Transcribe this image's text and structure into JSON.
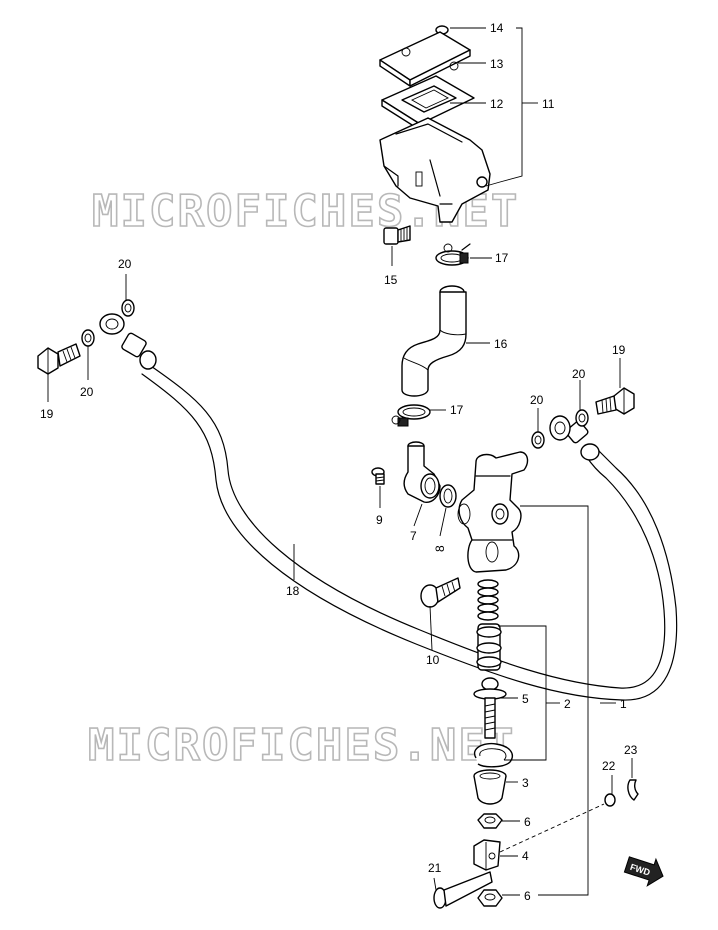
{
  "watermark": {
    "text": "MICROFICHES.NET"
  },
  "callouts": {
    "p1": "1",
    "p2": "2",
    "p3": "3",
    "p4": "4",
    "p5": "5",
    "p6a": "6",
    "p6b": "6",
    "p7": "7",
    "p8": "8",
    "p9": "9",
    "p10": "10",
    "p11": "11",
    "p12": "12",
    "p13": "13",
    "p14": "14",
    "p15": "15",
    "p16": "16",
    "p17a": "17",
    "p17b": "17",
    "p18": "18",
    "p19a": "19",
    "p19b": "19",
    "p20a": "20",
    "p20b": "20",
    "p20c": "20",
    "p20d": "20",
    "p21": "21",
    "p22": "22",
    "p23": "23"
  },
  "direction_badge": {
    "text": "FWD"
  }
}
